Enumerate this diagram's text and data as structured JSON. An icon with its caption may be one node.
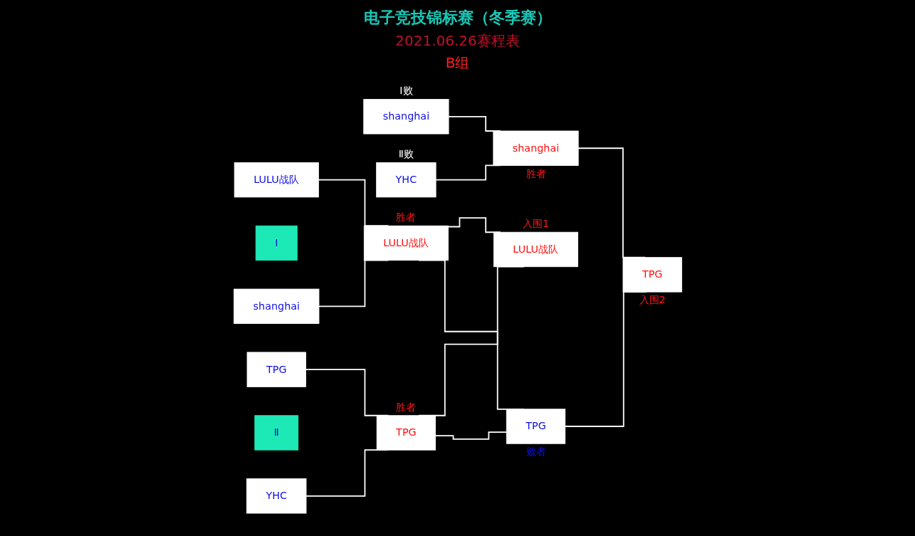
{
  "diagram": {
    "title": "电子竞技锦标赛（冬季赛）",
    "nodes": [
      {
        "text": [
          "LULU战队"
        ]
      },
      {
        "text": [
          "Ⅰ"
        ]
      },
      {
        "text": [
          "shanghai"
        ]
      },
      {
        "text": [
          "TPG"
        ]
      },
      {
        "text": [
          "Ⅱ"
        ]
      },
      {
        "text": [
          "YHC"
        ]
      },
      {
        "text": [
          "shanghai"
        ],
        "beside": [
          "Ⅰ败"
        ]
      },
      {
        "text": [
          "YHC"
        ],
        "beside": [
          "Ⅱ败"
        ]
      },
      {
        "text": [
          "LULU战队"
        ],
        "beside": [
          "胜者"
        ]
      },
      {
        "text": [
          "TPG"
        ],
        "beside": [
          "胜者"
        ]
      },
      {
        "text": [
          "shanghai"
        ],
        "beside": [
          "胜者"
        ]
      },
      {
        "text": [
          "TPG"
        ],
        "beside": [
          "败者"
        ]
      },
      {
        "text": [
          "LULU战队"
        ],
        "beside": [
          "入围1"
        ]
      },
      {
        "text": [
          "TPG"
        ],
        "beside": [
          "入围2"
        ]
      }
    ],
    "edges": [
      {
        "from": 0,
        "to": 8,
        "arrow": "none"
      },
      {
        "from": 2,
        "to": 8,
        "arrow": "none"
      },
      {
        "from": 3,
        "to": 9,
        "arrow": "none"
      },
      {
        "from": 5,
        "to": 9,
        "arrow": "none"
      },
      {
        "from": 6,
        "to": 10,
        "arrow": "none"
      },
      {
        "from": 7,
        "to": 10,
        "arrow": "none"
      },
      {
        "from": 8,
        "to": 12,
        "arrow": "none"
      },
      {
        "from": 9,
        "to": 12,
        "arrow": "none"
      },
      {
        "from": 8,
        "to": 11,
        "arrow": "none"
      },
      {
        "from": 9,
        "to": 11,
        "arrow": "none"
      },
      {
        "from": 11,
        "to": 13,
        "arrow": "none"
      },
      {
        "from": 10,
        "to": 13,
        "arrow": "none"
      }
    ],
    "labels": [
      "2021.06.26赛程表",
      "B组"
    ]
  }
}
